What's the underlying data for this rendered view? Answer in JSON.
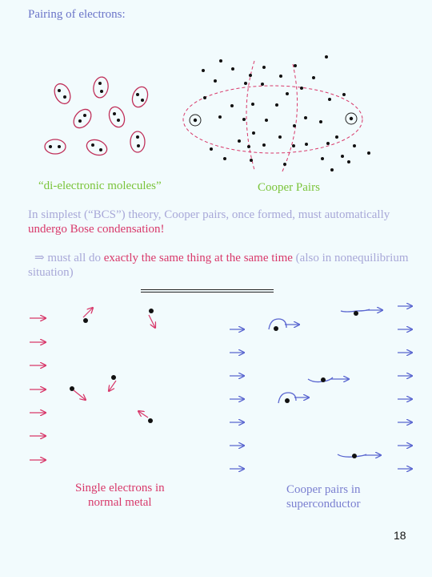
{
  "slide": {
    "title": "Pairing of electrons:",
    "page_number": "18"
  },
  "top_figure": {
    "label_left": "“di-electronic molecules”",
    "label_right": "Cooper Pairs"
  },
  "paragraph1": {
    "part1": "In simplest (“BCS”) theory, Cooper pairs, once formed, must automatically",
    "part2": "undergo Bose condensation!"
  },
  "paragraph2": {
    "arrow": "⇒",
    "part1": " must all do ",
    "part2": "exactly the same thing at the same time",
    "part3": " (also in nonequilibrium",
    "part4": "situation)"
  },
  "bottom_figure": {
    "label_left_line1": "Single electrons in",
    "label_left_line2": "normal metal",
    "label_right_line1": "Cooper pairs in",
    "label_right_line2": "superconductor"
  },
  "colors": {
    "title": "#6a74c8",
    "label_green": "#7ac43a",
    "grey_text": "#a8a8d8",
    "red_accent": "#d8386a",
    "blue_accent": "#5a66d0"
  }
}
